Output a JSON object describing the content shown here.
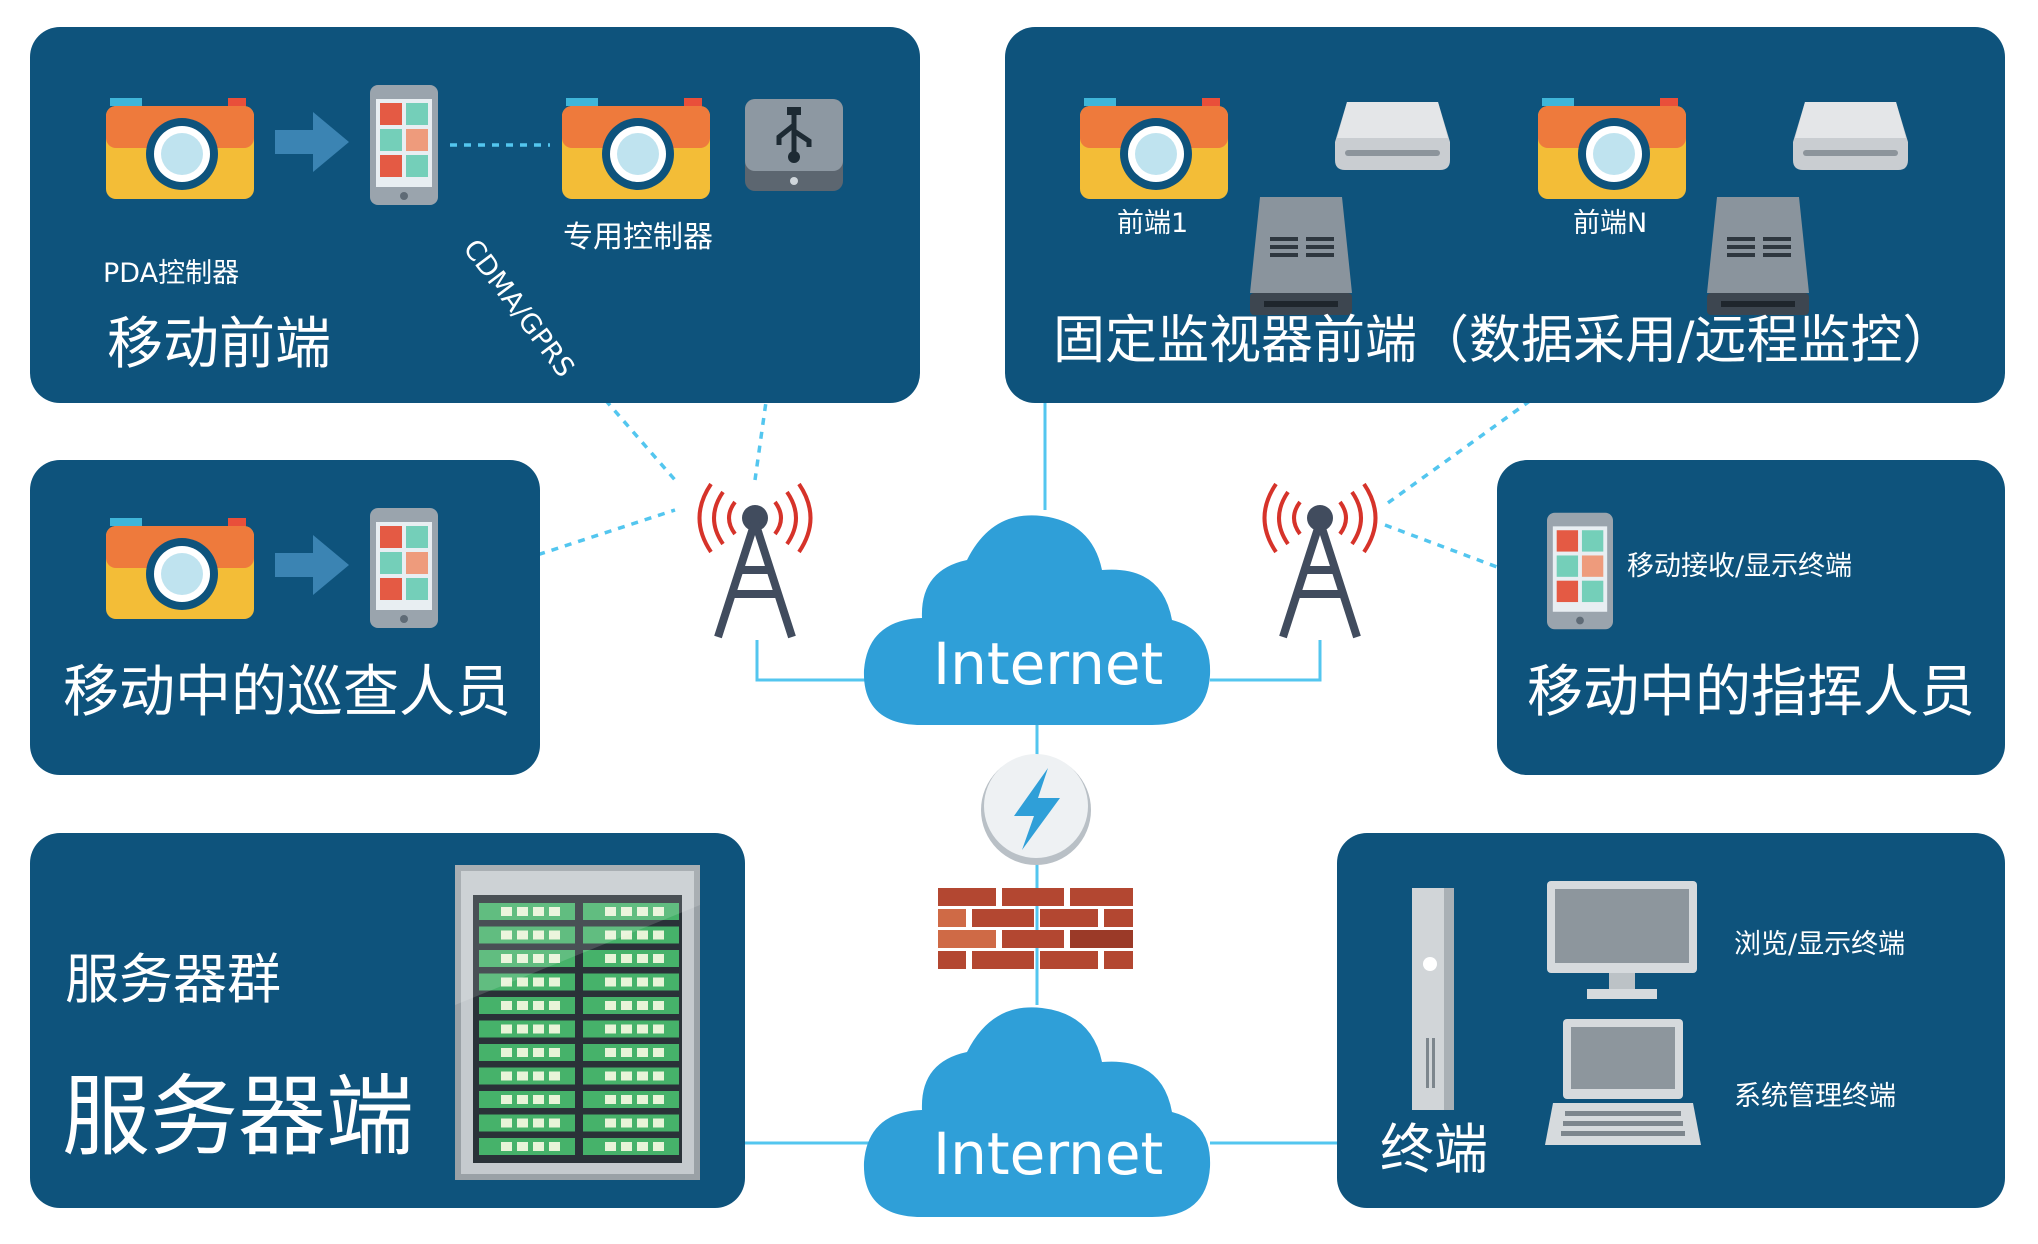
{
  "panels": {
    "mobile_front": {
      "title": "移动前端",
      "pda_label": "PDA控制器",
      "controller_label": "专用控制器",
      "link_label": "CDMA/GPRS"
    },
    "fixed_front": {
      "title": "固定监视器前端（数据采用/远程监控）",
      "front1_label": "前端1",
      "frontN_label": "前端N"
    },
    "patrol": {
      "title": "移动中的巡查人员"
    },
    "commander": {
      "title": "移动中的指挥人员",
      "terminal_label": "移动接收/显示终端"
    },
    "server": {
      "title": "服务器端",
      "subtitle": "服务器群"
    },
    "terminal": {
      "title": "终端",
      "browse_label": "浏览/显示终端",
      "admin_label": "系统管理终端"
    }
  },
  "network": {
    "cloud_top": "Internet",
    "cloud_bottom": "Internet"
  },
  "colors": {
    "panel": "#0e537c",
    "cloud": "#2f9fd8",
    "link": "#53c6ef",
    "antenna": "#d6332a",
    "firewall": "#b34731"
  }
}
